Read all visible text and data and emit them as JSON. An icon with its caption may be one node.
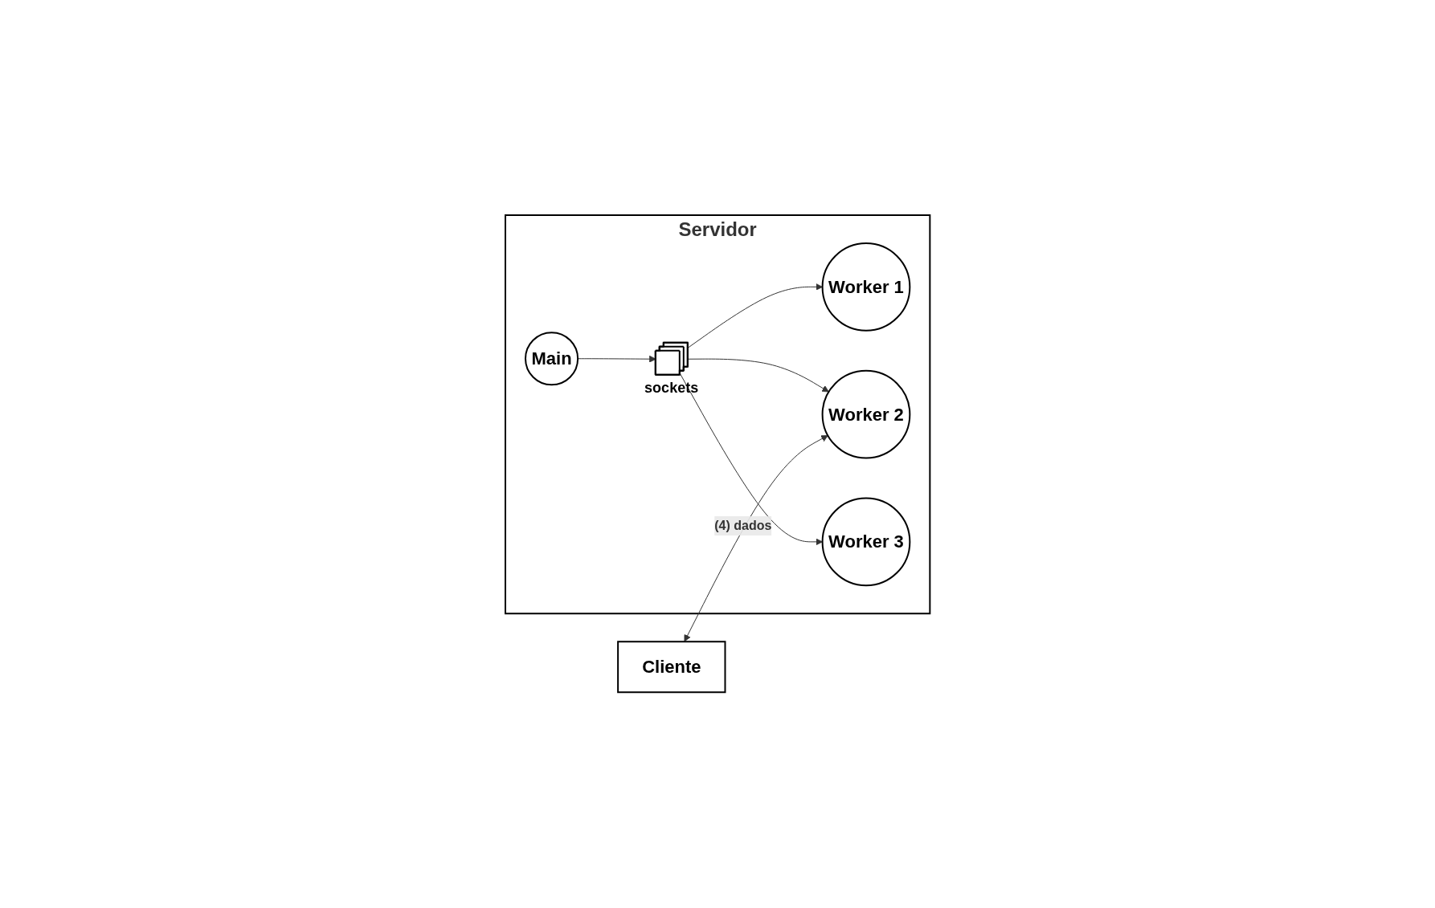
{
  "diagram": {
    "nodes": [
      {
        "text": [
          "Cliente"
        ]
      },
      {
        "text": [
          "Servidor"
        ]
      },
      {
        "text": [
          "Main"
        ],
        "in": 1
      },
      {
        "text": [],
        "shape": "box",
        "beside": [
          "sockets"
        ],
        "in": 1
      },
      {
        "text": [
          "Worker 1"
        ],
        "in": 1
      },
      {
        "text": [
          "Worker 2"
        ],
        "in": 1
      },
      {
        "text": [
          "Worker 3"
        ],
        "in": 1
      }
    ],
    "edges": [
      {
        "from": 2,
        "to": 3,
        "arrow": "to"
      },
      {
        "from": 3,
        "to": 4,
        "arrow": "to"
      },
      {
        "from": 3,
        "to": 5,
        "arrow": "to"
      },
      {
        "from": 3,
        "to": 6,
        "arrow": "to"
      },
      {
        "from": 0,
        "to": 5,
        "arrow": "both",
        "label": "(4) dados"
      }
    ]
  }
}
